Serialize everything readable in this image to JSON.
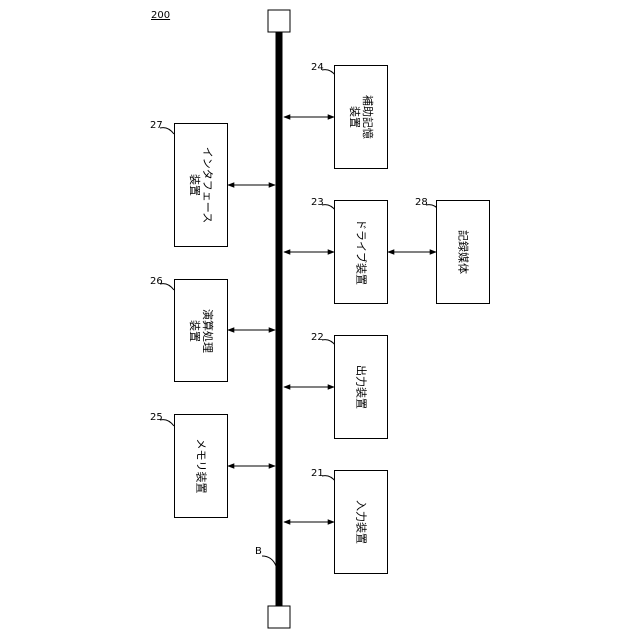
{
  "figure_number": "200",
  "bus": {
    "ref": "B"
  },
  "devices": {
    "input": {
      "ref": "21",
      "line1": "入力装置"
    },
    "output": {
      "ref": "22",
      "line1": "出力装置"
    },
    "drive": {
      "ref": "23",
      "line1": "ドライブ装置"
    },
    "auxiliary": {
      "ref": "24",
      "line1": "補助記憶",
      "line2": "装置"
    },
    "memory": {
      "ref": "25",
      "line1": "メモリ装置"
    },
    "processor": {
      "ref": "26",
      "line1": "演算処理",
      "line2": "装置"
    },
    "interface": {
      "ref": "27",
      "line1": "インタフェース",
      "line2": "装置"
    },
    "medium": {
      "ref": "28",
      "line1": "記録媒体"
    }
  }
}
